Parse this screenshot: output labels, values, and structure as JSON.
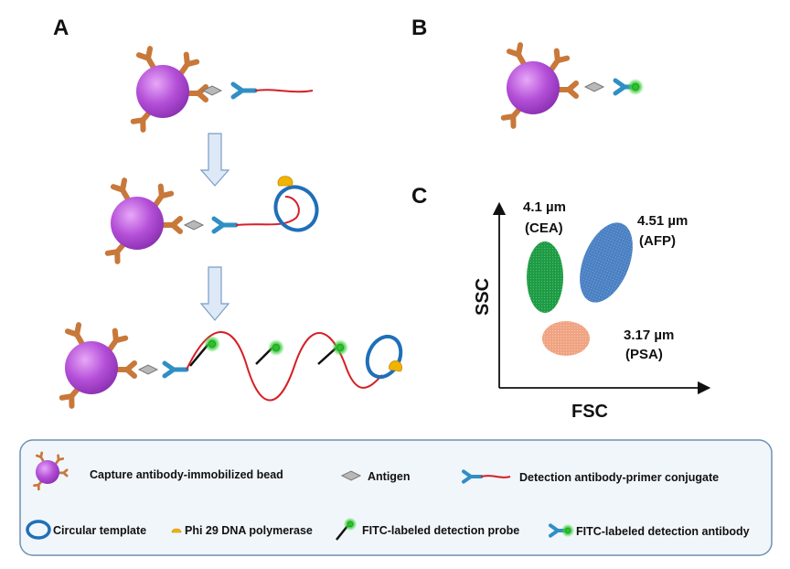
{
  "panels": {
    "a": "A",
    "b": "B",
    "c": "C"
  },
  "scatter": {
    "x_axis_label": "FSC",
    "y_axis_label": "SSC",
    "clusters": [
      {
        "size": "4.1 µm",
        "marker": "(CEA)",
        "color": "#22a04a"
      },
      {
        "size": "4.51 µm",
        "marker": "(AFP)",
        "color": "#4f86c6"
      },
      {
        "size": "3.17 µm",
        "marker": "(PSA)",
        "color": "#f2a98a"
      }
    ]
  },
  "legend": {
    "items": [
      {
        "label": "Capture antibody-immobilized bead",
        "icon": "bead-icon"
      },
      {
        "label": "Antigen",
        "icon": "antigen-diamond-icon"
      },
      {
        "label": "Detection antibody-primer conjugate",
        "icon": "antibody-primer-icon"
      },
      {
        "label": "Circular template",
        "icon": "circular-template-icon"
      },
      {
        "label": "Phi 29 DNA polymerase",
        "icon": "polymerase-icon"
      },
      {
        "label": "FITC-labeled detection probe",
        "icon": "fitc-probe-icon"
      },
      {
        "label": "FITC-labeled detection antibody",
        "icon": "fitc-antibody-icon"
      }
    ]
  },
  "colors": {
    "bead": "#b44fd8",
    "capture_antibody": "#c8783a",
    "detection_antibody": "#2f8fc4",
    "primer": "#d61f26",
    "template": "#1f6fb8",
    "polymerase": "#f0b400",
    "fitc": "#3ccf3c",
    "arrow_fill": "#dde9f6",
    "arrow_stroke": "#7a9cc4",
    "legend_bg": "#f1f6fb",
    "legend_border": "#6d8fb3"
  }
}
